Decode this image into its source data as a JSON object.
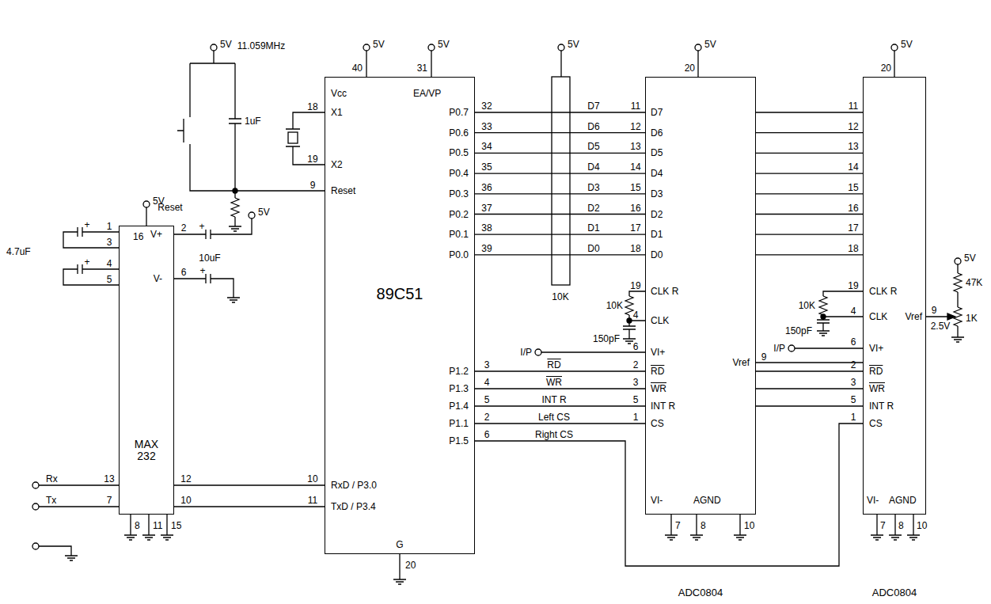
{
  "diagram": {
    "nodes": [
      {
        "text": [
          "89C51"
        ]
      },
      {
        "text": [
          "MAX 232"
        ]
      },
      {
        "text": [
          "ADC0804"
        ]
      },
      {
        "text": [
          "ADC0804"
        ]
      }
    ],
    "edges": [
      {
        "from": 1,
        "to": 0,
        "arrow": "none"
      },
      {
        "from": 1,
        "to": 0,
        "arrow": "none"
      },
      {
        "from": 0,
        "to": 2,
        "arrow": "none",
        "label": "D7"
      },
      {
        "from": 0,
        "to": 2,
        "arrow": "none",
        "label": "D6"
      },
      {
        "from": 0,
        "to": 2,
        "arrow": "none",
        "label": "D5"
      },
      {
        "from": 0,
        "to": 2,
        "arrow": "none",
        "label": "D4"
      },
      {
        "from": 0,
        "to": 2,
        "arrow": "none",
        "label": "D3"
      },
      {
        "from": 0,
        "to": 2,
        "arrow": "none",
        "label": "D2"
      },
      {
        "from": 0,
        "to": 2,
        "arrow": "none",
        "label": "D1"
      },
      {
        "from": 0,
        "to": 2,
        "arrow": "none",
        "label": "D0"
      },
      {
        "from": 0,
        "to": 2,
        "arrow": "none",
        "label": "RD"
      },
      {
        "from": 0,
        "to": 2,
        "arrow": "none",
        "label": "WR"
      },
      {
        "from": 0,
        "to": 2,
        "arrow": "none",
        "label": "INT R"
      },
      {
        "from": 0,
        "to": 2,
        "arrow": "none",
        "label": "Left CS"
      },
      {
        "from": 0,
        "to": 3,
        "arrow": "none",
        "label": "Right CS"
      },
      {
        "from": 2,
        "to": 3,
        "arrow": "none"
      },
      {
        "from": 2,
        "to": 3,
        "arrow": "none"
      },
      {
        "from": 2,
        "to": 3,
        "arrow": "none"
      },
      {
        "from": 2,
        "to": 3,
        "arrow": "none"
      },
      {
        "from": 2,
        "to": 3,
        "arrow": "none"
      },
      {
        "from": 2,
        "to": 3,
        "arrow": "none"
      },
      {
        "from": 2,
        "to": 3,
        "arrow": "none"
      },
      {
        "from": 2,
        "to": 3,
        "arrow": "none"
      },
      {
        "from": 2,
        "to": 3,
        "arrow": "none"
      },
      {
        "from": 2,
        "to": 3,
        "arrow": "none"
      },
      {
        "from": 2,
        "to": 3,
        "arrow": "none"
      },
      {
        "from": 2,
        "to": 3,
        "arrow": "none"
      }
    ],
    "labels": [
      "5V",
      "40",
      "5V",
      "31",
      "Vcc",
      "EA/VP",
      "11.059MHz",
      "18",
      "X1",
      "19",
      "X2",
      "5V",
      "1uF",
      "9",
      "Reset",
      "Reset",
      "P0.7",
      "32",
      "P0.6",
      "33",
      "P0.5",
      "34",
      "P0.4",
      "35",
      "P0.3",
      "36",
      "P0.2",
      "37",
      "P0.1",
      "38",
      "P0.0",
      "39",
      "P1.2",
      "3",
      "P1.3",
      "4",
      "P1.4",
      "5",
      "P1.1",
      "2",
      "P1.5",
      "6",
      "10",
      "RxD / P3.0",
      "11",
      "TxD / P3.4",
      "G",
      "20",
      "5V",
      "10K",
      "11",
      "D7",
      "12",
      "D6",
      "13",
      "D5",
      "14",
      "D4",
      "15",
      "D3",
      "16",
      "D2",
      "17",
      "D1",
      "18",
      "D0",
      "5V",
      "20",
      "19",
      "CLK R",
      "4",
      "CLK",
      "10K",
      "150pF",
      "I/P",
      "6",
      "VI+",
      "2",
      "RD",
      "3",
      "WR",
      "5",
      "INT R",
      "1",
      "CS",
      "Vref",
      "9",
      "VI-",
      "AGND",
      "7",
      "8",
      "10",
      "11",
      "12",
      "13",
      "14",
      "15",
      "16",
      "17",
      "18",
      "5V",
      "20",
      "19",
      "CLK R",
      "4",
      "CLK",
      "10K",
      "150pF",
      "I/P",
      "6",
      "VI+",
      "2",
      "RD",
      "3",
      "WR",
      "5",
      "INT R",
      "1",
      "CS",
      "Vref",
      "9",
      "5V",
      "47K",
      "1K",
      "2.5V",
      "VI-",
      "AGND",
      "7",
      "8",
      "10",
      "5V",
      "16",
      "1",
      "3",
      "4",
      "5",
      "+",
      "+",
      "4.7uF",
      "V+",
      "2",
      "+",
      "10uF",
      "5V",
      "V-",
      "6",
      "+",
      "Rx",
      "13",
      "Tx",
      "7",
      "12",
      "10",
      "8",
      "11",
      "15"
    ]
  }
}
